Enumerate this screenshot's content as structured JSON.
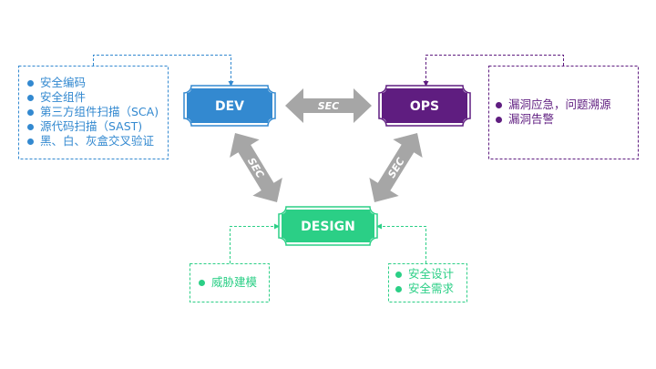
{
  "colors": {
    "dev": "#3389d0",
    "ops": "#5f1d80",
    "design": "#2bcf86",
    "arrow": "#a6a6a6"
  },
  "nodes": {
    "dev": {
      "label": "DEV"
    },
    "ops": {
      "label": "OPS"
    },
    "design": {
      "label": "DESIGN"
    }
  },
  "arrows": {
    "dev_ops": "SEC",
    "dev_design": "SEC",
    "ops_design": "SEC"
  },
  "dev_list": {
    "items": [
      "安全编码",
      "安全组件",
      "第三方组件扫描（SCA)",
      "源代码扫描（SAST)",
      "黑、白、灰盒交叉验证"
    ]
  },
  "ops_list": {
    "items": [
      "漏洞应急，问题溯源",
      "漏洞告警"
    ]
  },
  "design_left_list": {
    "items": [
      "威胁建模"
    ]
  },
  "design_right_list": {
    "items": [
      "安全设计",
      "安全需求"
    ]
  }
}
